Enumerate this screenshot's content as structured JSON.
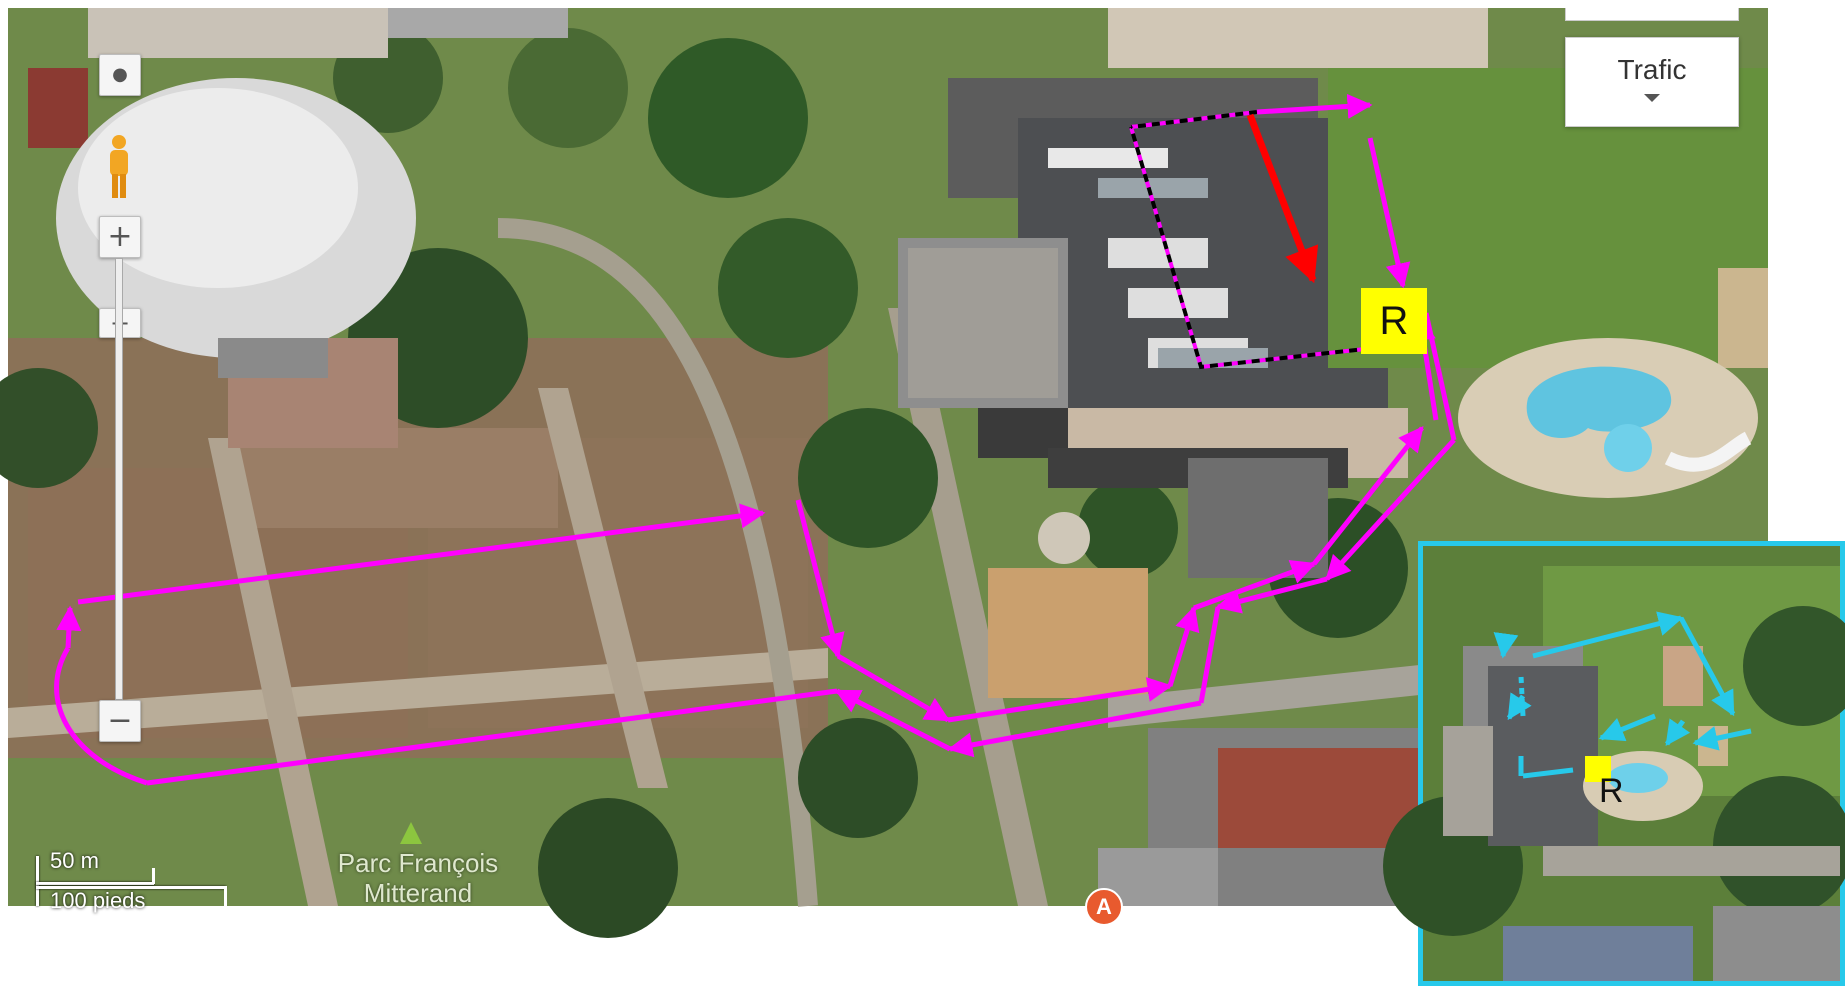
{
  "map": {
    "traffic_button": {
      "label": "Trafic"
    },
    "zoom": {
      "in_label": "+",
      "out_label": "−",
      "top_in_label": "+",
      "top_out_label": "−"
    },
    "scale": {
      "metric": "50 m",
      "imperial": "100 pieds"
    },
    "park_label": "Parc François Mitterand",
    "marker_a": "A",
    "route_color": "#ff00ff",
    "arrow_color": "#ff0000",
    "start_label": "R",
    "start_label_color": "#ffff00"
  },
  "inset": {
    "label": "R",
    "border_color": "#27c9ea",
    "route_color": "#27c9ea"
  },
  "icons": {
    "compass": "compass-icon",
    "pegman": "pegman-icon",
    "caret": "caret-down-icon"
  }
}
